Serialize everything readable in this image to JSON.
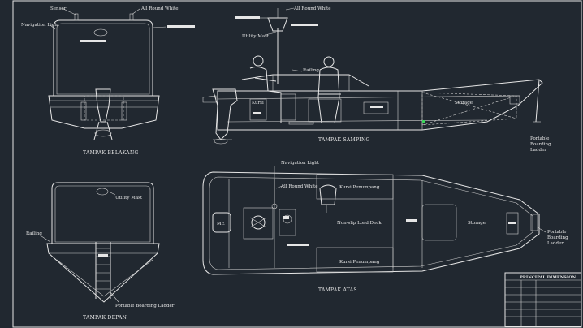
{
  "views": {
    "rear": "TAMPAK BELAKANG",
    "side": "TAMPAK SAMPING",
    "front": "TAMPAK DEPAN",
    "top": "TAMPAK ATAS"
  },
  "labels": {
    "sensor": "Sensor",
    "all_round_white": "All Round White",
    "navigation_light": "Navigation Light",
    "utility_mast": "Utility Mast",
    "railing": "Railing",
    "kursi": "Kursi",
    "storage": "Storage",
    "portable_boarding_ladder": [
      "Portable",
      "Boarding",
      "Ladder"
    ],
    "mesin": "ME",
    "kursi_penumpang": "Kursi Penumpang",
    "non_slip_load_deck": "Non-slip Load Deck",
    "portable_boarding_ladder_inline": "Portable Boarding Ladder"
  },
  "title_block": {
    "heading": "PRINCIPAL DIMENSION"
  },
  "colors": {
    "background": "#212830",
    "linework": "#e6e6e6",
    "accent_green": "#3bd65a"
  }
}
